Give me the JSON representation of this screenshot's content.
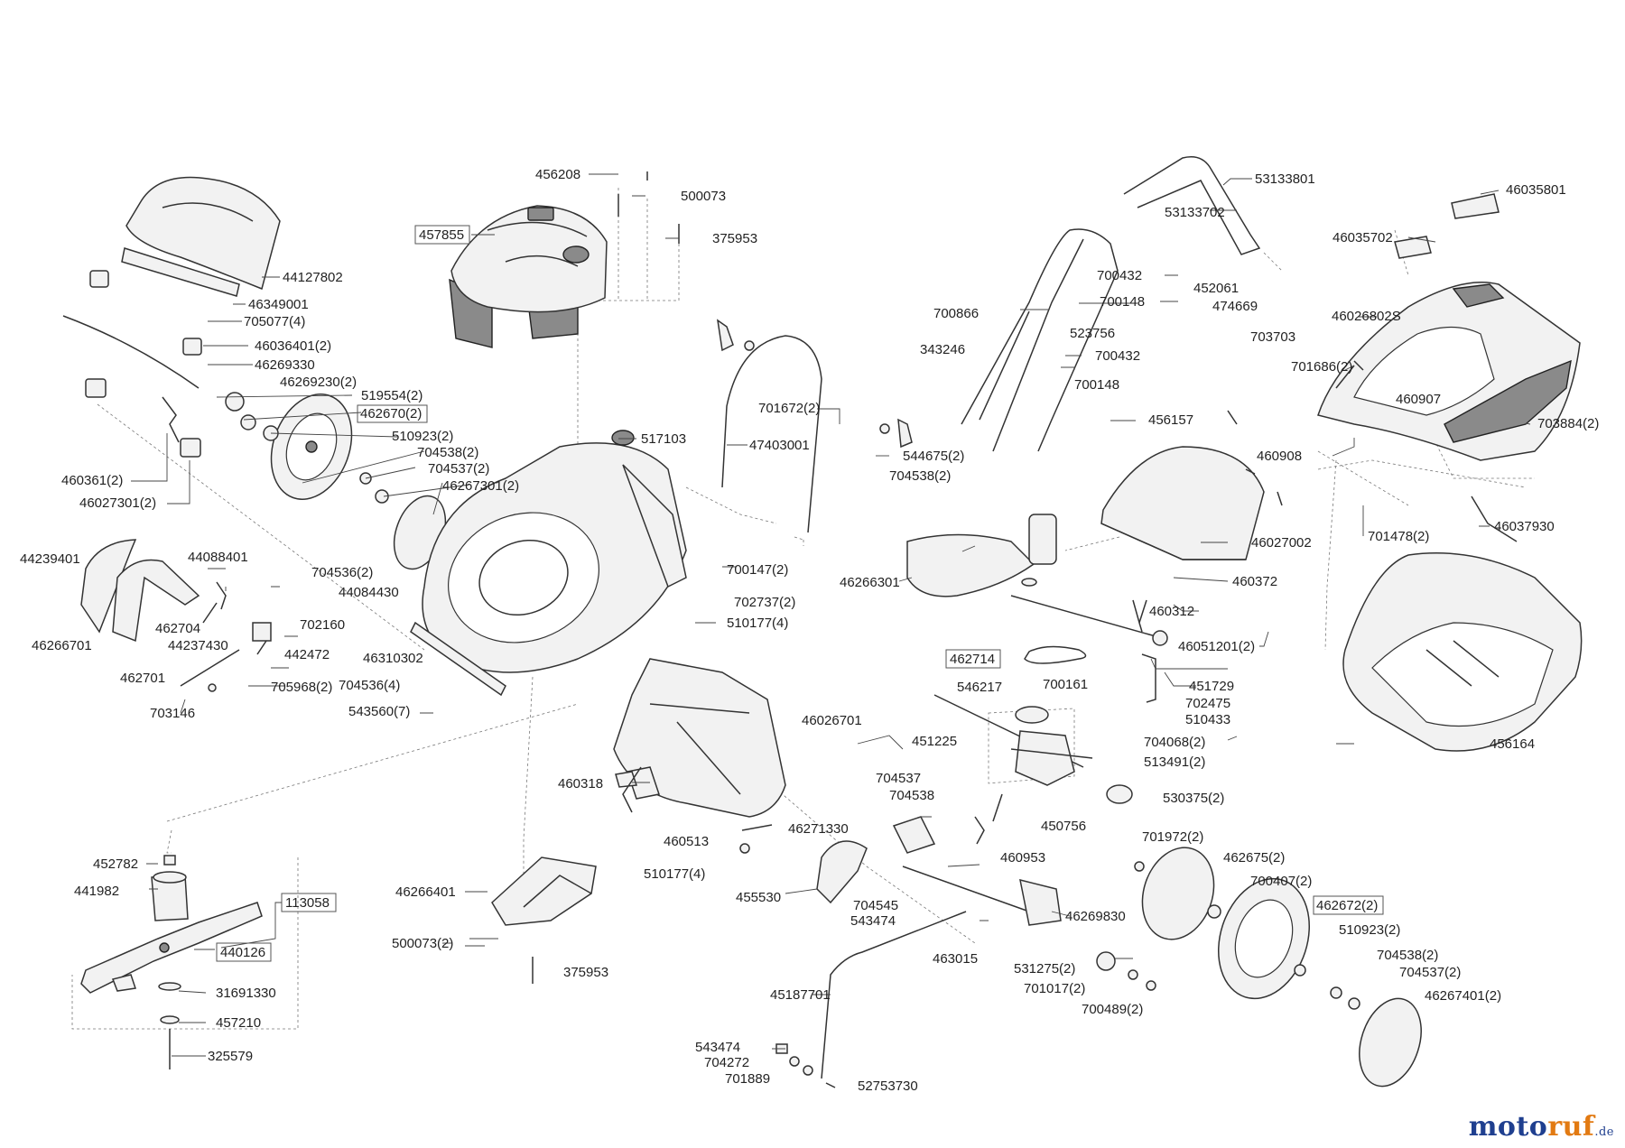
{
  "diagram": {
    "parts": [
      {
        "id": "p1",
        "label": "456208"
      },
      {
        "id": "p2",
        "label": "500073"
      },
      {
        "id": "p3",
        "label": "375953"
      },
      {
        "id": "p4",
        "label": "457855",
        "boxed": true
      },
      {
        "id": "p5",
        "label": "44127802"
      },
      {
        "id": "p6",
        "label": "46349001"
      },
      {
        "id": "p7",
        "label": "705077(4)"
      },
      {
        "id": "p8",
        "label": "46036401(2)"
      },
      {
        "id": "p9",
        "label": "46269330"
      },
      {
        "id": "p10",
        "label": "46269230(2)"
      },
      {
        "id": "p11",
        "label": "519554(2)"
      },
      {
        "id": "p12",
        "label": "462670(2)",
        "boxed": true
      },
      {
        "id": "p13",
        "label": "510923(2)"
      },
      {
        "id": "p14",
        "label": "704538(2)"
      },
      {
        "id": "p15",
        "label": "704537(2)"
      },
      {
        "id": "p16",
        "label": "46267301(2)"
      },
      {
        "id": "p17",
        "label": "460361(2)"
      },
      {
        "id": "p18",
        "label": "46027301(2)"
      },
      {
        "id": "p19",
        "label": "517103"
      },
      {
        "id": "p20",
        "label": "47403001"
      },
      {
        "id": "p21",
        "label": "701672(2)"
      },
      {
        "id": "p22",
        "label": "544675(2)"
      },
      {
        "id": "p23",
        "label": "704538(2)"
      },
      {
        "id": "p24",
        "label": "53133801"
      },
      {
        "id": "p25",
        "label": "53133702"
      },
      {
        "id": "p26",
        "label": "700432"
      },
      {
        "id": "p27",
        "label": "452061"
      },
      {
        "id": "p28",
        "label": "700148"
      },
      {
        "id": "p29",
        "label": "474669"
      },
      {
        "id": "p30",
        "label": "700866"
      },
      {
        "id": "p31",
        "label": "523756"
      },
      {
        "id": "p32",
        "label": "703703"
      },
      {
        "id": "p33",
        "label": "343246"
      },
      {
        "id": "p34",
        "label": "700432"
      },
      {
        "id": "p35",
        "label": "700148"
      },
      {
        "id": "p36",
        "label": "456157"
      },
      {
        "id": "p37",
        "label": "46035801"
      },
      {
        "id": "p38",
        "label": "46035702"
      },
      {
        "id": "p39",
        "label": "46026802S"
      },
      {
        "id": "p40",
        "label": "701686(2)"
      },
      {
        "id": "p41",
        "label": "460907"
      },
      {
        "id": "p42",
        "label": "703884(2)"
      },
      {
        "id": "p43",
        "label": "460908"
      },
      {
        "id": "p44",
        "label": "701478(2)"
      },
      {
        "id": "p45",
        "label": "46037930"
      },
      {
        "id": "p46",
        "label": "44239401"
      },
      {
        "id": "p47",
        "label": "44088401"
      },
      {
        "id": "p48",
        "label": "704536(2)"
      },
      {
        "id": "p49",
        "label": "44084430"
      },
      {
        "id": "p50",
        "label": "462704"
      },
      {
        "id": "p51",
        "label": "702160"
      },
      {
        "id": "p52",
        "label": "46266701"
      },
      {
        "id": "p53",
        "label": "44237430"
      },
      {
        "id": "p54",
        "label": "442472"
      },
      {
        "id": "p55",
        "label": "46310302"
      },
      {
        "id": "p56",
        "label": "462701"
      },
      {
        "id": "p57",
        "label": "705968(2)"
      },
      {
        "id": "p58",
        "label": "704536(4)"
      },
      {
        "id": "p59",
        "label": "703146"
      },
      {
        "id": "p60",
        "label": "543560(7)"
      },
      {
        "id": "p61",
        "label": "700147(2)"
      },
      {
        "id": "p62",
        "label": "702737(2)"
      },
      {
        "id": "p63",
        "label": "510177(4)"
      },
      {
        "id": "p64",
        "label": "46266301"
      },
      {
        "id": "p65",
        "label": "46027002"
      },
      {
        "id": "p66",
        "label": "460372"
      },
      {
        "id": "p67",
        "label": "460312"
      },
      {
        "id": "p68",
        "label": "46051201(2)"
      },
      {
        "id": "p69",
        "label": "462714",
        "boxed": true
      },
      {
        "id": "p70",
        "label": "546217"
      },
      {
        "id": "p71",
        "label": "700161"
      },
      {
        "id": "p72",
        "label": "451729"
      },
      {
        "id": "p73",
        "label": "702475"
      },
      {
        "id": "p74",
        "label": "510433"
      },
      {
        "id": "p75",
        "label": "451225"
      },
      {
        "id": "p76",
        "label": "704068(2)"
      },
      {
        "id": "p77",
        "label": "513491(2)"
      },
      {
        "id": "p78",
        "label": "530375(2)"
      },
      {
        "id": "p79",
        "label": "456164"
      },
      {
        "id": "p80",
        "label": "46026701"
      },
      {
        "id": "p81",
        "label": "460318"
      },
      {
        "id": "p82",
        "label": "704537"
      },
      {
        "id": "p83",
        "label": "704538"
      },
      {
        "id": "p84",
        "label": "450756"
      },
      {
        "id": "p85",
        "label": "460953"
      },
      {
        "id": "p86",
        "label": "460513"
      },
      {
        "id": "p87",
        "label": "46271330"
      },
      {
        "id": "p88",
        "label": "510177(4)"
      },
      {
        "id": "p89",
        "label": "455530"
      },
      {
        "id": "p90",
        "label": "701972(2)"
      },
      {
        "id": "p91",
        "label": "462675(2)"
      },
      {
        "id": "p92",
        "label": "700407(2)"
      },
      {
        "id": "p93",
        "label": "462672(2)",
        "boxed": true
      },
      {
        "id": "p94",
        "label": "510923(2)"
      },
      {
        "id": "p95",
        "label": "704538(2)"
      },
      {
        "id": "p96",
        "label": "704537(2)"
      },
      {
        "id": "p97",
        "label": "46267401(2)"
      },
      {
        "id": "p98",
        "label": "704545"
      },
      {
        "id": "p99",
        "label": "543474"
      },
      {
        "id": "p100",
        "label": "46269830"
      },
      {
        "id": "p101",
        "label": "463015"
      },
      {
        "id": "p102",
        "label": "531275(2)"
      },
      {
        "id": "p103",
        "label": "701017(2)"
      },
      {
        "id": "p104",
        "label": "700489(2)"
      },
      {
        "id": "p105",
        "label": "45187701"
      },
      {
        "id": "p106",
        "label": "543474"
      },
      {
        "id": "p107",
        "label": "704272"
      },
      {
        "id": "p108",
        "label": "701889"
      },
      {
        "id": "p109",
        "label": "52753730"
      },
      {
        "id": "p110",
        "label": "452782"
      },
      {
        "id": "p111",
        "label": "441982"
      },
      {
        "id": "p112",
        "label": "113058",
        "boxed": true
      },
      {
        "id": "p113",
        "label": "440126",
        "boxed": true
      },
      {
        "id": "p114",
        "label": "31691330"
      },
      {
        "id": "p115",
        "label": "457210"
      },
      {
        "id": "p116",
        "label": "325579"
      },
      {
        "id": "p117",
        "label": "46266401"
      },
      {
        "id": "p118",
        "label": "500073(2)"
      },
      {
        "id": "p119",
        "label": "375953"
      }
    ]
  },
  "logo": {
    "part_blue": "moto",
    "part_orange": "ruf",
    "tld": ".de"
  }
}
